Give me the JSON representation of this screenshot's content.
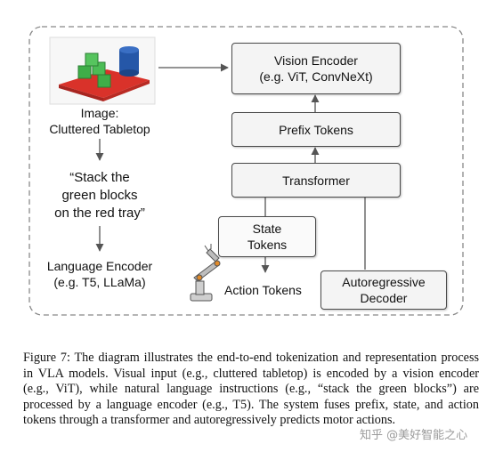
{
  "diagram": {
    "boxes": {
      "vision_encoder": {
        "line1": "Vision Encoder",
        "line2": "(e.g. ViT, ConvNeXt)"
      },
      "prefix_tokens": "Prefix Tokens",
      "transformer": "Transformer",
      "state_tokens": {
        "line1": "State",
        "line2": "Tokens"
      },
      "autoregressive_decoder": {
        "line1": "Autoregressive",
        "line2": "Decoder"
      }
    },
    "labels": {
      "image": {
        "line1": "Image:",
        "line2": "Cluttered Tabletop"
      },
      "instruction": {
        "line1": "“Stack the",
        "line2": "green blocks",
        "line3": "on the red tray”"
      },
      "language_encoder": {
        "line1": "Language Encoder",
        "line2": "(e.g. T5, LLaMa)"
      },
      "action_tokens": "Action Tokens"
    },
    "colors": {
      "state_token_green": "#c8ddb0",
      "state_token_orange": "#f6d2a8",
      "box_fill": "#f4f4f4",
      "tray_red": "#d9322a",
      "block_green": "#3fae48",
      "cup_blue": "#2557a8"
    }
  },
  "caption": "Figure 7: The diagram illustrates the end-to-end tokenization and representation process in VLA models. Visual input (e.g., cluttered tabletop) is encoded by a vision encoder (e.g., ViT), while natural language instructions (e.g., “stack the green blocks”) are processed by a language encoder (e.g., T5). The system fuses prefix, state, and action tokens through a transformer and autoregressively predicts motor actions.",
  "watermark": "知乎 @美好智能之心"
}
